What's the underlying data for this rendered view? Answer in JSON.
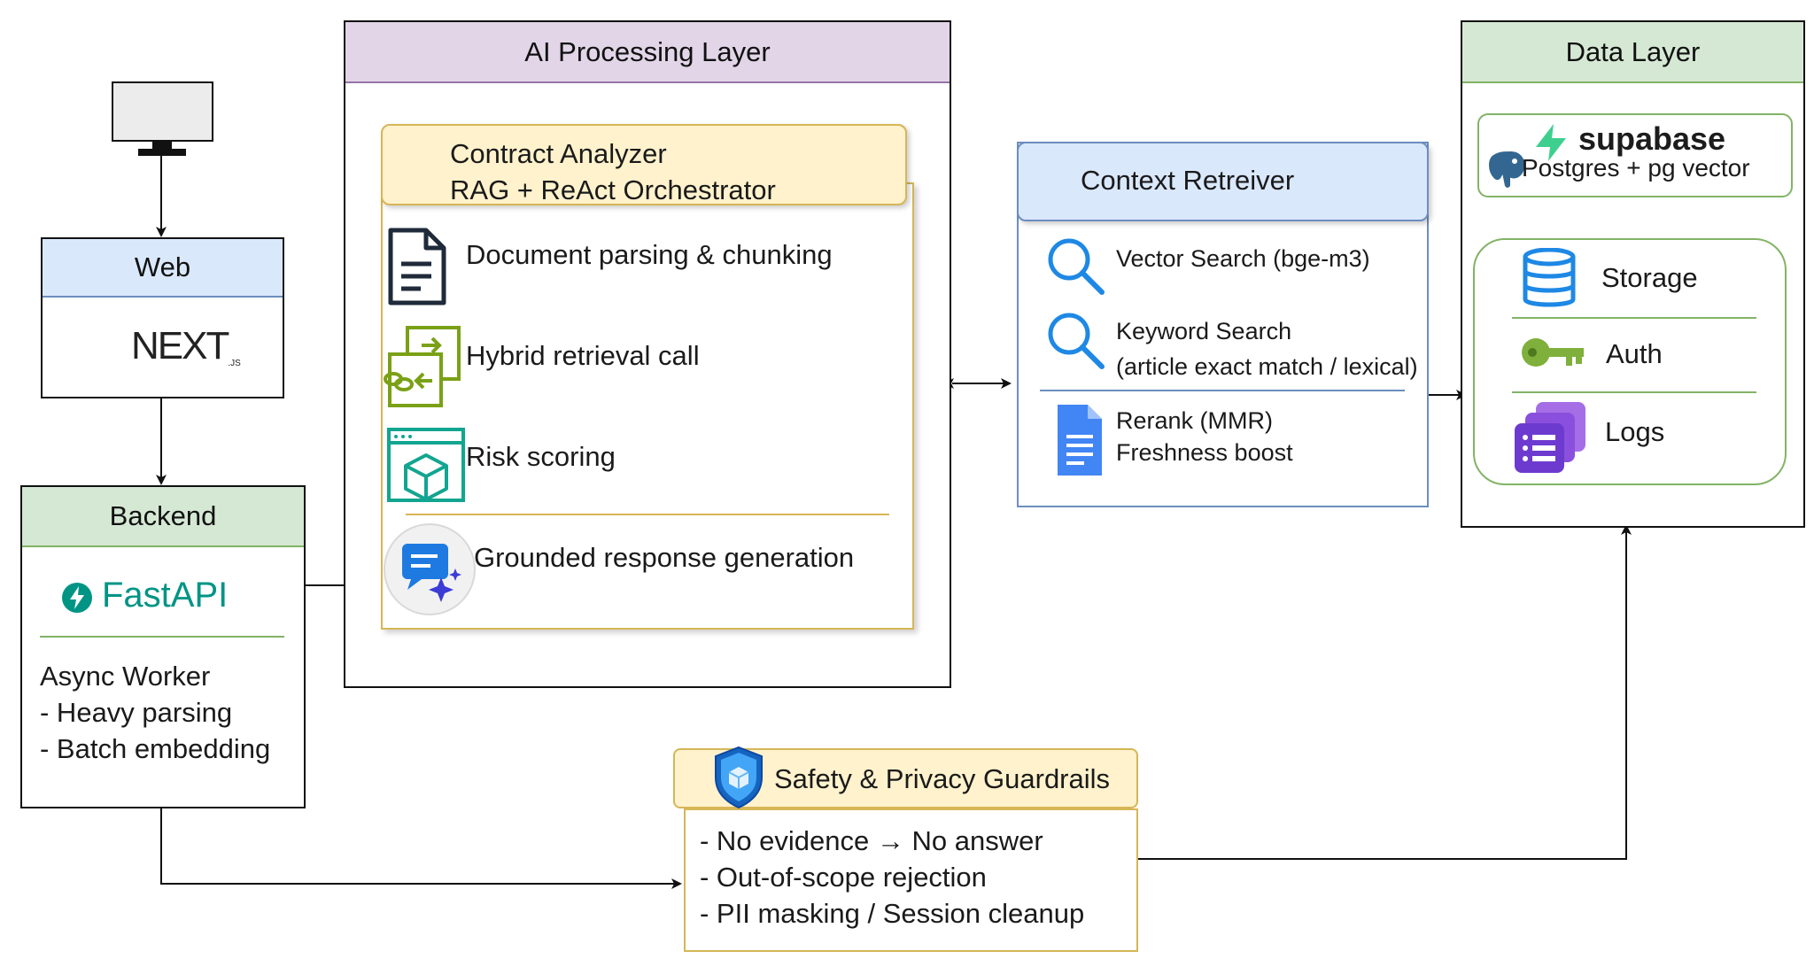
{
  "client": {
    "icon": "monitor-icon"
  },
  "web": {
    "title": "Web",
    "logo_text": "NEXT",
    "logo_sub": ".JS"
  },
  "backend": {
    "title": "Backend",
    "logo_text": "FastAPI",
    "worker_title": "Async Worker",
    "worker_items": [
      "- Heavy parsing",
      "- Batch embedding"
    ]
  },
  "ai_layer": {
    "title": "AI Processing Layer",
    "analyzer_title_1": "Contract Analyzer",
    "analyzer_title_2": "RAG + ReAct Orchestrator",
    "steps": [
      {
        "label": "Document parsing & chunking",
        "icon": "document-icon"
      },
      {
        "label": "Hybrid retrieval call",
        "icon": "hybrid-retrieval-icon"
      },
      {
        "label": "Risk scoring",
        "icon": "risk-cube-icon"
      },
      {
        "label": "Grounded response generation",
        "icon": "chat-sparkle-icon"
      }
    ]
  },
  "retriever": {
    "title": "Context Retreiver",
    "vector_search": "Vector Search (bge-m3)",
    "keyword_search_1": "Keyword Search",
    "keyword_search_2": "(article exact match / lexical)",
    "rerank_1": "Rerank (MMR)",
    "rerank_2": "Freshness boost"
  },
  "data_layer": {
    "title": "Data Layer",
    "supabase_name": "supabase",
    "supabase_sub": "Postgres + pg vector",
    "items": [
      "Storage",
      "Auth",
      "Logs"
    ]
  },
  "guardrails": {
    "title": "Safety & Privacy Guardrails",
    "items": [
      "- No evidence → No answer",
      "- Out-of-scope rejection",
      "- PII masking / Session cleanup"
    ]
  },
  "colors": {
    "purple_header": "#e1d5e7",
    "purple_border": "#9673a6",
    "green_header": "#d5e8d4",
    "green_border": "#82b366",
    "blue_header": "#dae8fc",
    "blue_border": "#6c8ebf",
    "yellow_header": "#fff2cc",
    "yellow_border": "#d6b656",
    "fastapi_teal": "#009485",
    "supabase_green": "#3ecf8e"
  }
}
